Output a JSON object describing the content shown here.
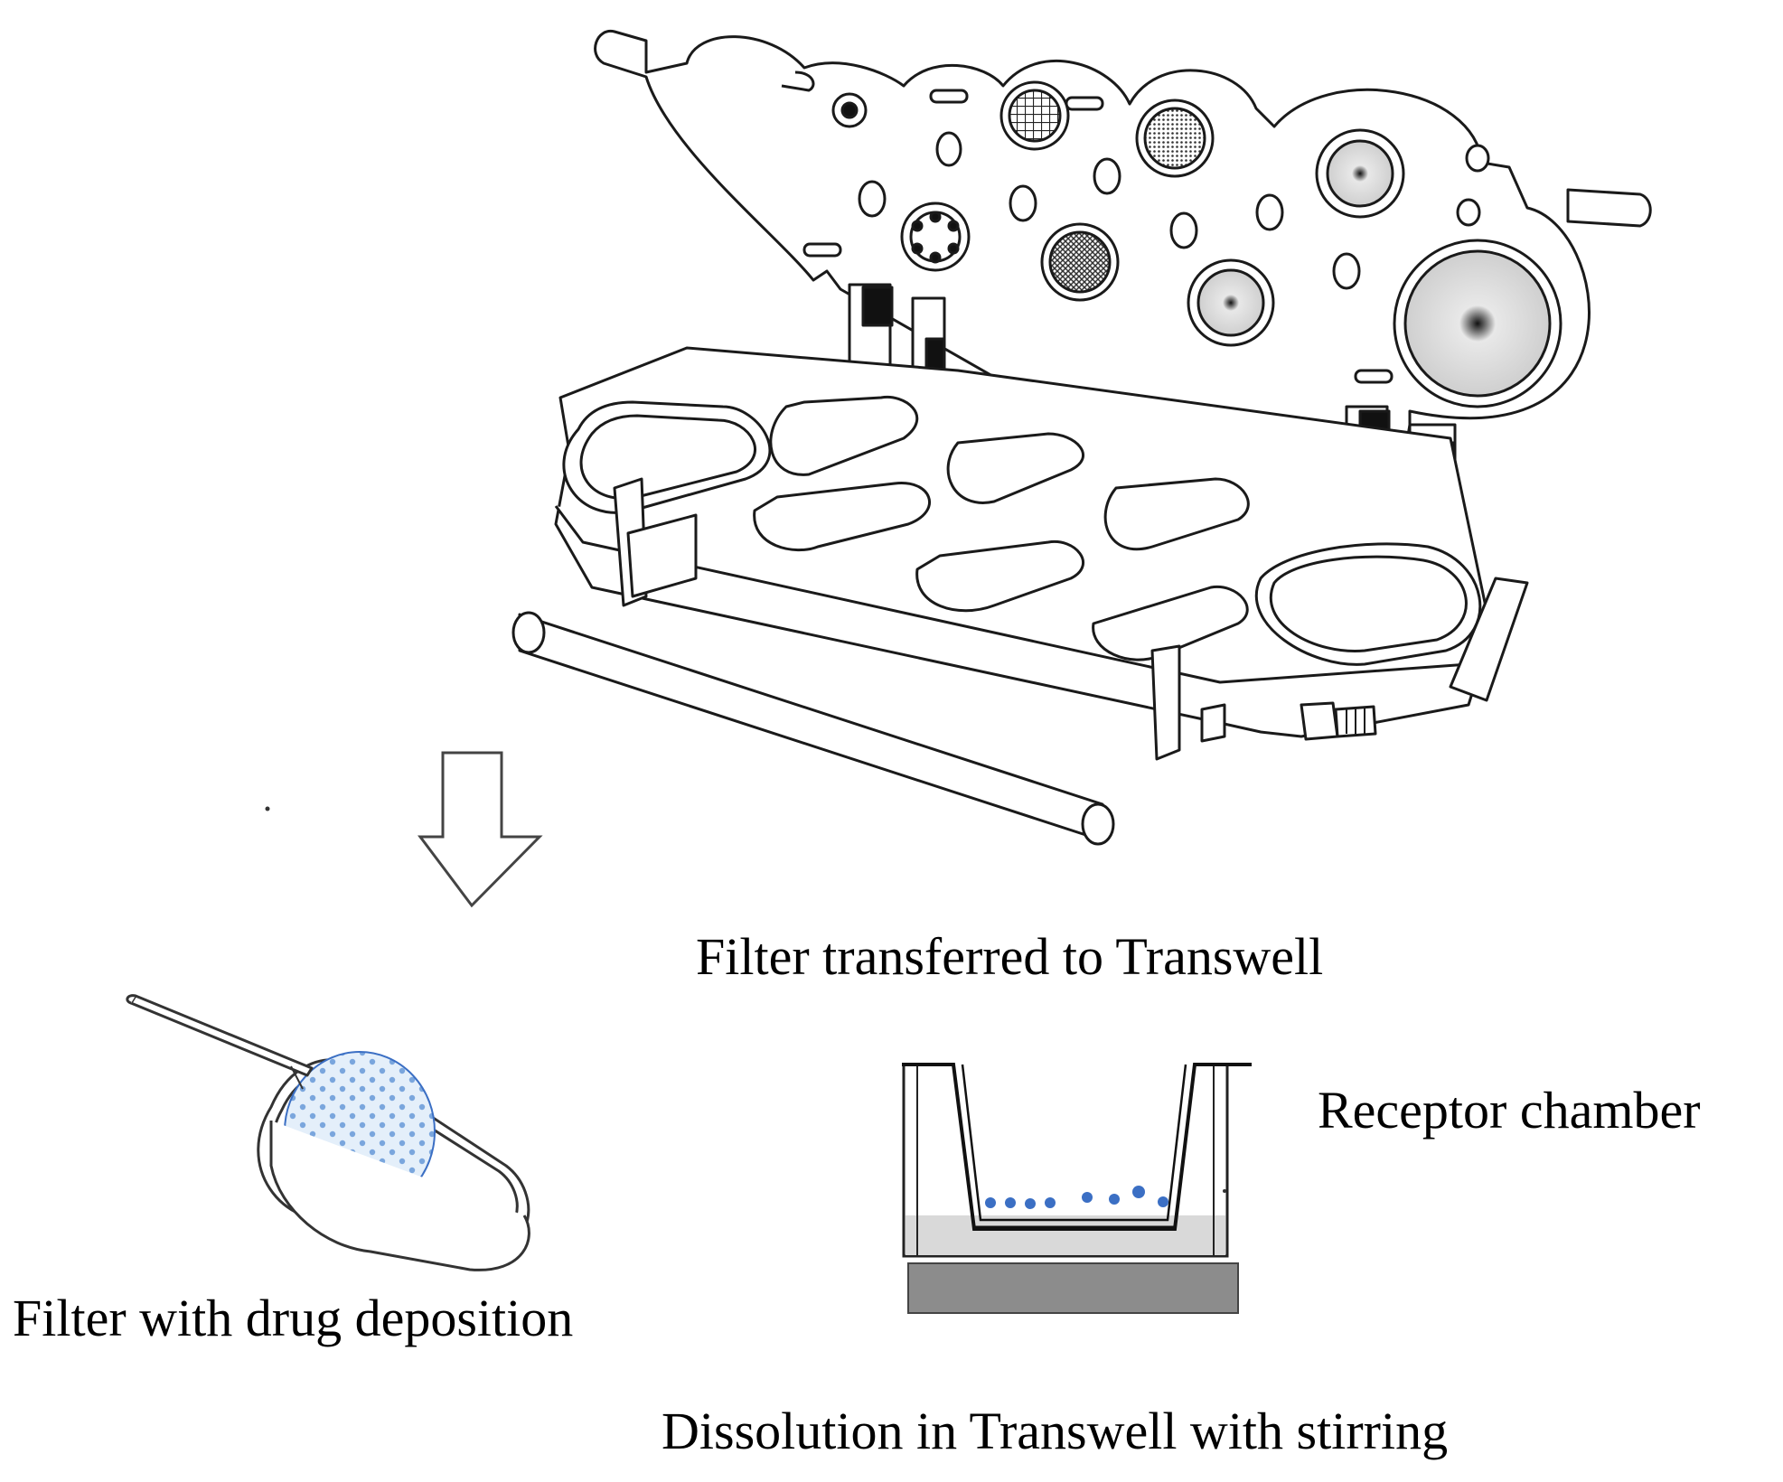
{
  "labels": {
    "transfer": "Filter transferred to Transwell",
    "receptor": "Receptor chamber",
    "filter": "Filter with drug deposition",
    "dissolution": "Dissolution in Transwell with stirring"
  },
  "colors": {
    "line": "#1a1a1a",
    "drug_particles": "#3b6fc4",
    "filter_fill": "#cfe3f5",
    "medium_fill": "#d9d9d9",
    "stirrer_plate": "#8c8c8c"
  }
}
